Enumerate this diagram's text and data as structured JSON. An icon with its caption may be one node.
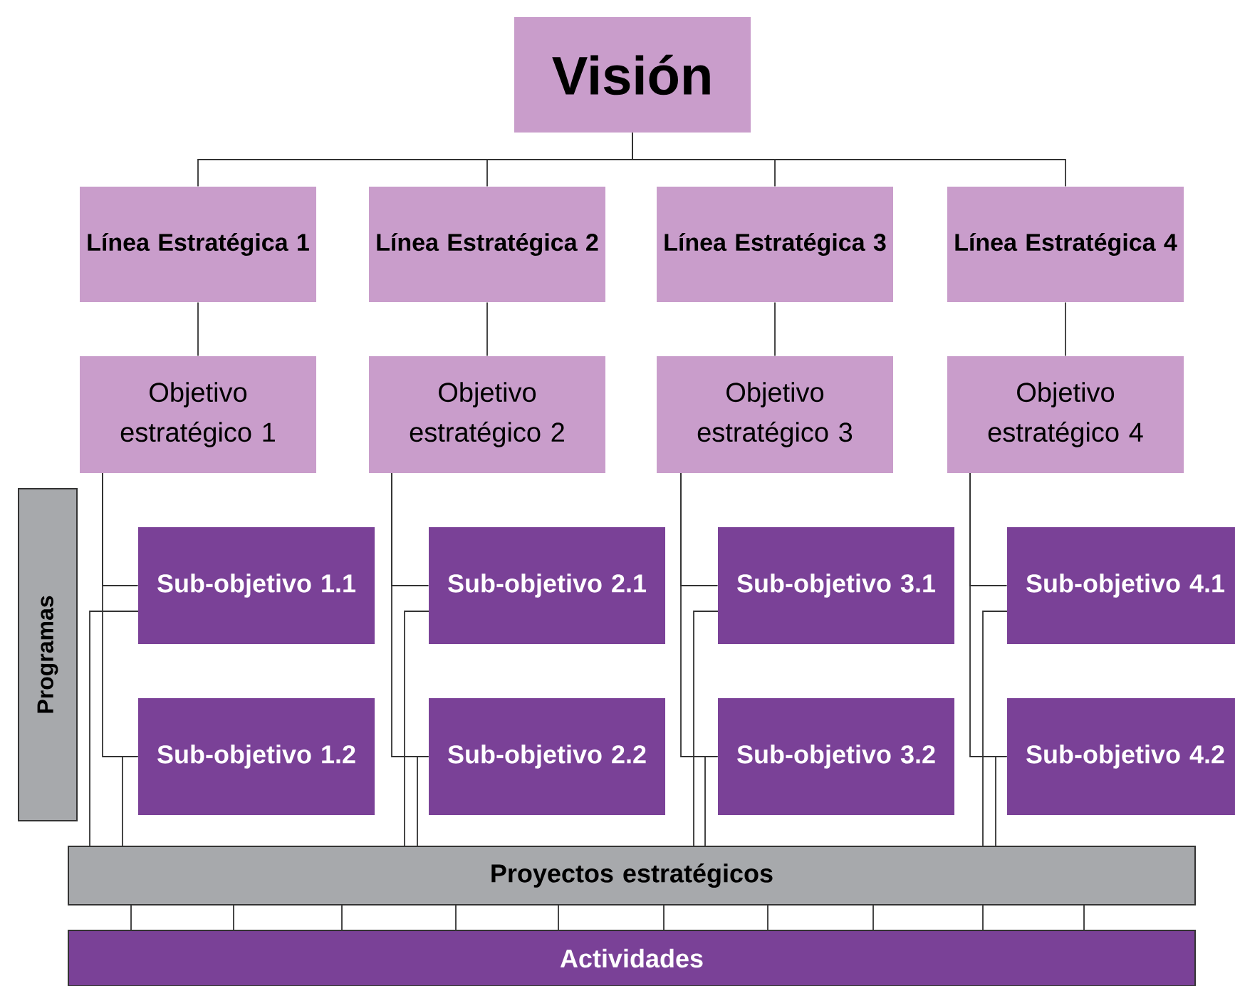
{
  "diagram": {
    "nodes": [
      {
        "text": [
          "Visión"
        ]
      },
      {
        "text": [
          "Línea Estratégica 1"
        ]
      },
      {
        "text": [
          "Línea Estratégica 2"
        ]
      },
      {
        "text": [
          "Línea Estratégica 3"
        ]
      },
      {
        "text": [
          "Línea Estratégica 4"
        ]
      },
      {
        "text": [
          "Objetivo estratégico 1"
        ]
      },
      {
        "text": [
          "Objetivo estratégico 2"
        ]
      },
      {
        "text": [
          "Objetivo estratégico 3"
        ]
      },
      {
        "text": [
          "Objetivo estratégico 4"
        ]
      },
      {
        "text": [
          "Programas"
        ]
      },
      {
        "text": [
          "Sub-objetivo 1.1"
        ]
      },
      {
        "text": [
          "Sub-objetivo 2.1"
        ]
      },
      {
        "text": [
          "Sub-objetivo 3.1"
        ]
      },
      {
        "text": [
          "Sub-objetivo 4.1"
        ]
      },
      {
        "text": [
          "Sub-objetivo 1.2"
        ]
      },
      {
        "text": [
          "Sub-objetivo 2.2"
        ]
      },
      {
        "text": [
          "Sub-objetivo 3.2"
        ]
      },
      {
        "text": [
          "Sub-objetivo 4.2"
        ]
      },
      {
        "text": [
          "Proyectos estratégicos"
        ]
      },
      {
        "text": [
          "Actividades"
        ]
      }
    ],
    "edges": [
      {
        "from": 0,
        "to": 1,
        "arrow": "none"
      },
      {
        "from": 0,
        "to": 2,
        "arrow": "none"
      },
      {
        "from": 0,
        "to": 3,
        "arrow": "none"
      },
      {
        "from": 0,
        "to": 4,
        "arrow": "none"
      },
      {
        "from": 1,
        "to": 5,
        "arrow": "none"
      },
      {
        "from": 2,
        "to": 6,
        "arrow": "none"
      },
      {
        "from": 3,
        "to": 7,
        "arrow": "none"
      },
      {
        "from": 4,
        "to": 8,
        "arrow": "none"
      },
      {
        "from": 5,
        "to": 10,
        "arrow": "none"
      },
      {
        "from": 5,
        "to": 14,
        "arrow": "none"
      },
      {
        "from": 6,
        "to": 11,
        "arrow": "none"
      },
      {
        "from": 6,
        "to": 15,
        "arrow": "none"
      },
      {
        "from": 7,
        "to": 12,
        "arrow": "none"
      },
      {
        "from": 7,
        "to": 16,
        "arrow": "none"
      },
      {
        "from": 8,
        "to": 13,
        "arrow": "none"
      },
      {
        "from": 8,
        "to": 17,
        "arrow": "none"
      },
      {
        "from": 10,
        "to": 18,
        "arrow": "none"
      },
      {
        "from": 14,
        "to": 18,
        "arrow": "none"
      },
      {
        "from": 11,
        "to": 18,
        "arrow": "none"
      },
      {
        "from": 15,
        "to": 18,
        "arrow": "none"
      },
      {
        "from": 12,
        "to": 18,
        "arrow": "none"
      },
      {
        "from": 16,
        "to": 18,
        "arrow": "none"
      },
      {
        "from": 13,
        "to": 18,
        "arrow": "none"
      },
      {
        "from": 17,
        "to": 18,
        "arrow": "none"
      },
      {
        "from": 18,
        "to": 19,
        "arrow": "none"
      },
      {
        "from": 18,
        "to": 19,
        "arrow": "none"
      },
      {
        "from": 18,
        "to": 19,
        "arrow": "none"
      },
      {
        "from": 18,
        "to": 19,
        "arrow": "none"
      },
      {
        "from": 18,
        "to": 19,
        "arrow": "none"
      },
      {
        "from": 18,
        "to": 19,
        "arrow": "none"
      },
      {
        "from": 18,
        "to": 19,
        "arrow": "none"
      },
      {
        "from": 18,
        "to": 19,
        "arrow": "none"
      },
      {
        "from": 18,
        "to": 19,
        "arrow": "none"
      },
      {
        "from": 18,
        "to": 19,
        "arrow": "none"
      }
    ]
  }
}
